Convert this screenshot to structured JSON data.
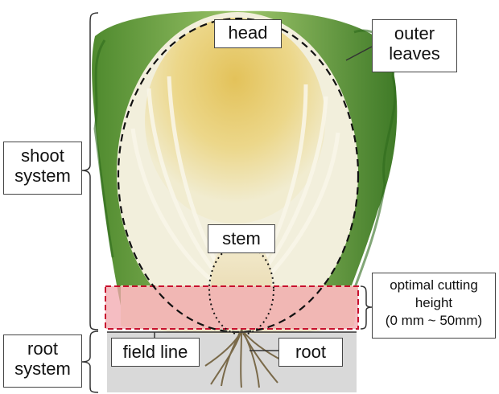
{
  "labels": {
    "head": "head",
    "outer_leaves": [
      "outer",
      "leaves"
    ],
    "shoot_system": [
      "shoot",
      "system"
    ],
    "stem": "stem",
    "optimal_cutting_height": [
      "optimal cutting",
      "height",
      "(0 mm ~ 50mm)"
    ],
    "root_system": [
      "root",
      "system"
    ],
    "field_line": "field line",
    "root": "root"
  },
  "colors": {
    "cutting_zone_fill": "#f2a7ad",
    "cutting_zone_border": "#c8102e",
    "outer_leaf": "#5f9a3a",
    "inner_leaf": "#e9edc8",
    "head_yellow": "#e8c95a",
    "soil": "#d9d9d9",
    "outline": "#111111"
  }
}
